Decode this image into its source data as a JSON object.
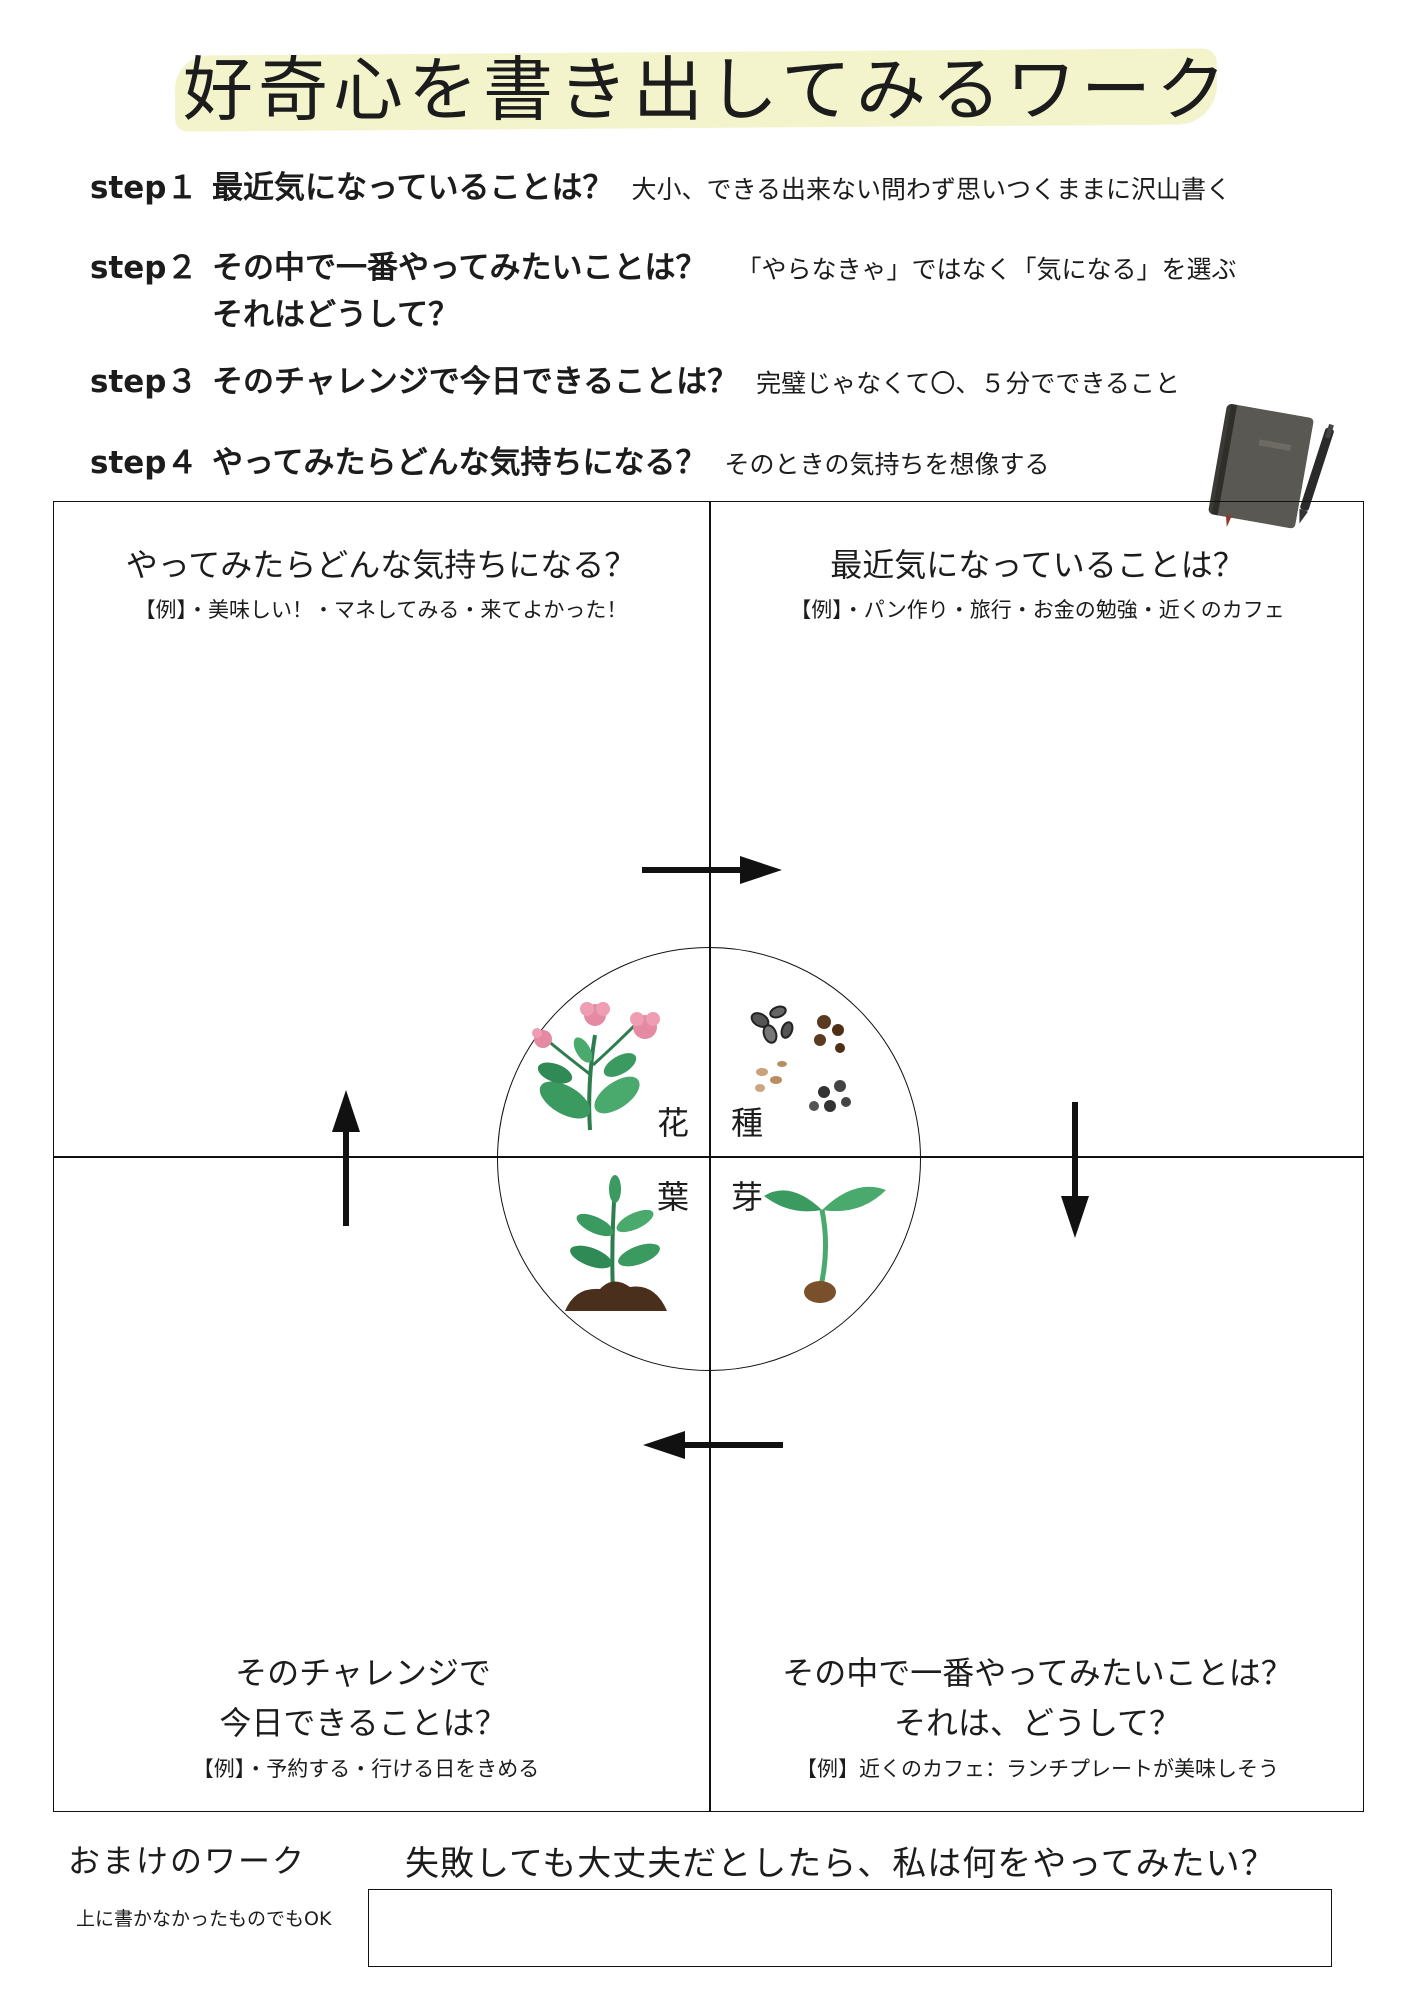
{
  "title": "好奇心を書き出してみるワーク",
  "steps": [
    {
      "label": "step１",
      "question": "最近気になっていることは？",
      "note": "大小、できる出来ない問わず思いつくままに沢山書く"
    },
    {
      "label": "step２",
      "question": "その中で一番やってみたいことは？",
      "note": "「やらなきゃ」ではなく「気になる」を選ぶ",
      "continuation": "それはどうして？"
    },
    {
      "label": "step３",
      "question": "そのチャレンジで今日できることは？",
      "note": "完璧じゃなくて〇、５分でできること"
    },
    {
      "label": "step４",
      "question": "やってみたらどんな気持ちになる？",
      "note": "そのときの気持ちを想像する"
    }
  ],
  "quadrants": {
    "top_left": {
      "heading": "やってみたらどんな気持ちになる？",
      "example": "【例】・美味しい！・マネしてみる・来てよかった！"
    },
    "top_right": {
      "heading": "最近気になっていることは？",
      "example": "【例】・パン作り・旅行・お金の勉強・近くのカフェ"
    },
    "bottom_left": {
      "heading_line1": "そのチャレンジで",
      "heading_line2": "今日できることは？",
      "example": "【例】・予約する・行ける日をきめる"
    },
    "bottom_right": {
      "heading_line1": "その中で一番やってみたいことは？",
      "heading_line2": "それは、どうして？",
      "example": "【例】近くのカフェ：ランチプレートが美味しそう"
    }
  },
  "cycle": {
    "flower": "花",
    "seed": "種",
    "leaf": "葉",
    "sprout": "芽"
  },
  "bonus": {
    "label": "おまけのワーク",
    "question": "失敗しても大丈夫だとしたら、私は何をやってみたい？",
    "note": "上に書かなかったものでもOK"
  }
}
